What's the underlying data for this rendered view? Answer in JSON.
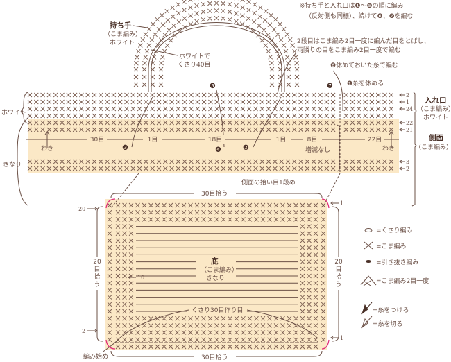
{
  "note": {
    "line1": "※持ち手と入れ口は❶〜❺の順に編み",
    "line2": "（反対側も同様）、続けて❻、❼を編む"
  },
  "handle": {
    "title": "持ち手",
    "stitch": "（こま編み）",
    "color": "ホワイト",
    "chain_note_1": "ホワイトで",
    "chain_note_2": "くさり40目"
  },
  "annotations": {
    "round2_1": "2段目はこま編み2目一度に編んだ目をとばし、",
    "round2_2": "両隣りの目をこま編み2目一度で編む",
    "step6": "❻休めておいた糸で編む",
    "step1": "❶糸を休める",
    "step7": "❼",
    "step5": "❺",
    "step3": "❸",
    "step4": "❹",
    "step2": "❷",
    "pickup_side": "側面の拾い目1段め"
  },
  "side": {
    "opening_title": "入れ口",
    "opening_stitch": "（こま編み）",
    "opening_color": "ホワイト",
    "side_title": "側面",
    "side_stitch": "（こま編み）",
    "left_white": "ホワイト",
    "left_natural": "きなり",
    "row_labels": [
      "2",
      "1",
      "24",
      "22",
      "21",
      "3",
      "2"
    ],
    "measures": [
      "30目",
      "1目",
      "18目",
      "1目",
      "8目",
      "22目"
    ],
    "waki_left": "わき",
    "waki_right": "わき",
    "no_change": "増減なし"
  },
  "bottom": {
    "title": "底",
    "stitch": "（こま編み）",
    "color": "きなり",
    "top_pick": "30目拾う",
    "bottom_pick": "30目拾う",
    "left_pick": [
      "20",
      "目",
      "拾",
      "う"
    ],
    "right_pick": [
      "20",
      "目",
      "拾",
      "う"
    ],
    "chain": "くさり30目作り目",
    "row20": "20",
    "row10": "10",
    "row2": "2",
    "row1_top": "1",
    "row1_bottom": "1",
    "start": "編み始め"
  },
  "legend": [
    {
      "icon": "chain-stitch-icon",
      "label": "=くさり編み"
    },
    {
      "icon": "single-crochet-icon",
      "label": "=こま編み"
    },
    {
      "icon": "slip-stitch-icon",
      "label": "=引き抜き編み"
    },
    {
      "icon": "sc2tog-icon",
      "label": "=こま編み2目一度"
    },
    {
      "icon": "join-yarn-icon",
      "label": "=糸をつける"
    },
    {
      "icon": "cut-yarn-icon",
      "label": "=糸を切る"
    }
  ],
  "colors": {
    "text": "#6b5046",
    "natural_fill": "#fbe8c6",
    "corner_accent": "#e0307a"
  }
}
